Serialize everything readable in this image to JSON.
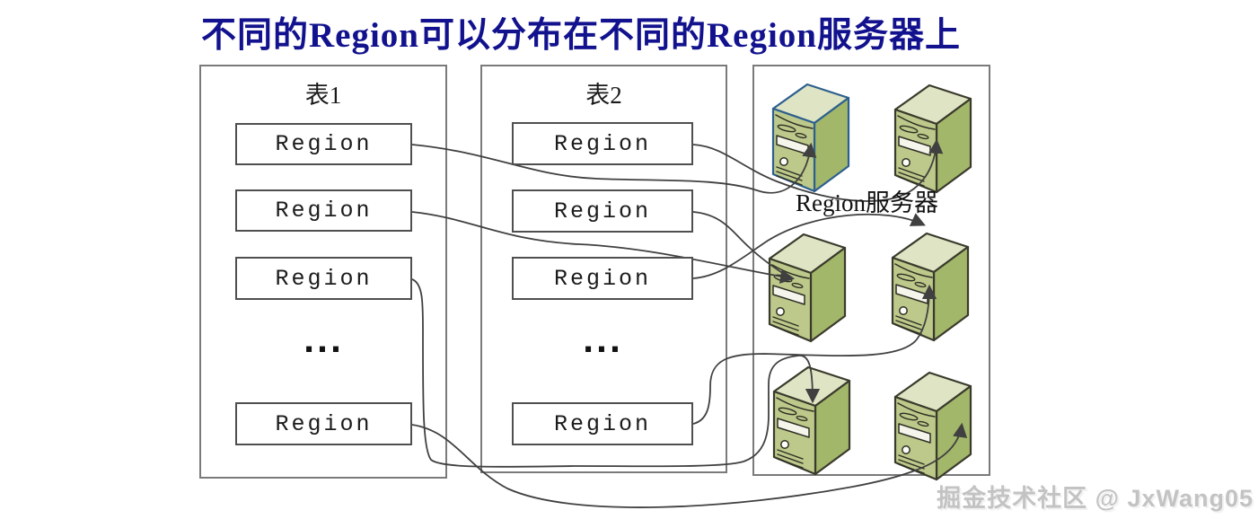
{
  "title": "不同的Region可以分布在不同的Region服务器上",
  "table1": {
    "label": "表1",
    "regions": [
      "Region",
      "Region",
      "Region",
      "Region"
    ],
    "ellipsis": "..."
  },
  "table2": {
    "label": "表2",
    "regions": [
      "Region",
      "Region",
      "Region",
      "Region"
    ],
    "ellipsis": "..."
  },
  "server_panel": {
    "label": "Region服务器",
    "server_count": 6,
    "icons": [
      "server-icon-highlighted",
      "server-icon",
      "server-icon",
      "server-icon",
      "server-icon",
      "server-icon"
    ]
  },
  "watermark": "掘金技术社区 @ JxWang05",
  "colors": {
    "title": "#12128e",
    "connector_line": "#404040",
    "box_border": "#7a7a7a",
    "region_border": "#4f4f4f",
    "server_front": "#bcc98a",
    "server_side": "#a3b76b",
    "server_top": "#dfe5c4",
    "server_outline": "#3a3a2c",
    "server_highlight_outline": "#2d5f8e",
    "watermark_gray": "#c3c3c3"
  }
}
